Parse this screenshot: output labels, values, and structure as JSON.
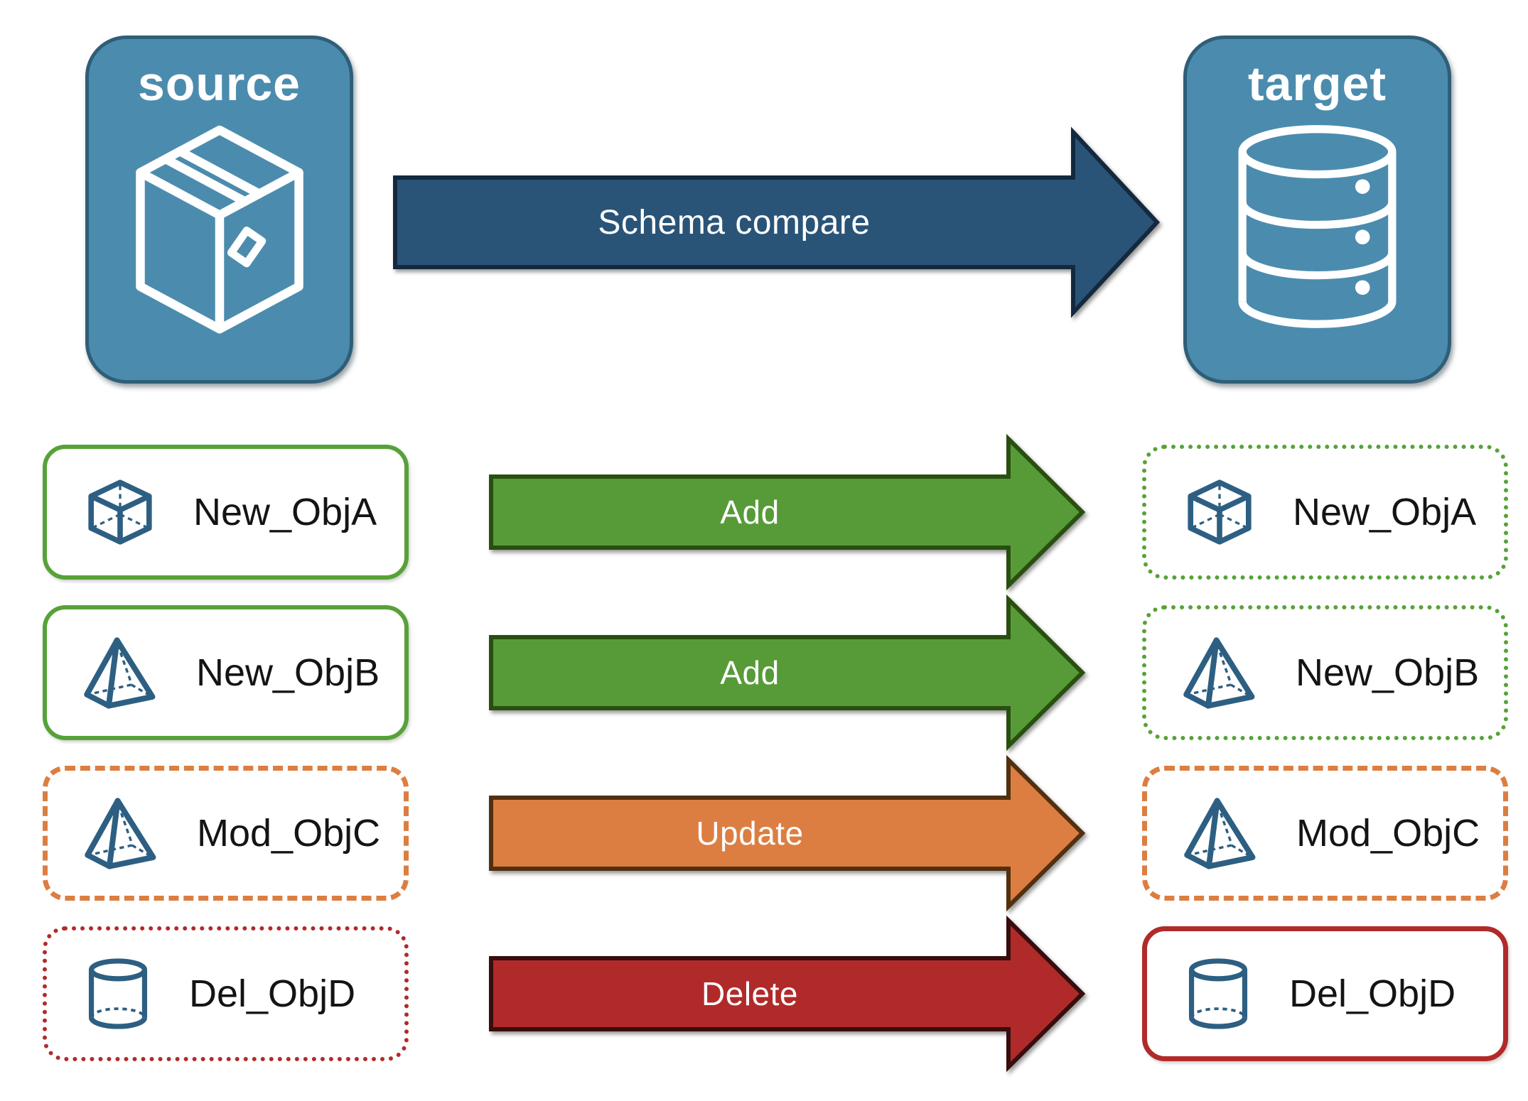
{
  "nodes": {
    "source": {
      "label": "source",
      "icon": "package-box-icon"
    },
    "target": {
      "label": "target",
      "icon": "database-icon"
    }
  },
  "schema_arrow": {
    "label": "Schema compare",
    "direction": "left-to-right"
  },
  "rows": [
    {
      "object": "New_ObjA",
      "icon": "cube-icon",
      "action": "Add",
      "source_box_style": "green-solid",
      "target_box_style": "green-dotted"
    },
    {
      "object": "New_ObjB",
      "icon": "pyramid-icon",
      "action": "Add",
      "source_box_style": "green-solid",
      "target_box_style": "green-dotted"
    },
    {
      "object": "Mod_ObjC",
      "icon": "pyramid-icon",
      "action": "Update",
      "source_box_style": "orange-dashed",
      "target_box_style": "orange-dashed"
    },
    {
      "object": "Del_ObjD",
      "icon": "cylinder-icon",
      "action": "Delete",
      "source_box_style": "red-dotted",
      "target_box_style": "red-solid"
    }
  ],
  "colors": {
    "canvas-bg": "#FFFFFF",
    "node-fill": "#4B8CAE",
    "node-border": "#2F5E78",
    "node-text": "#FFFFFF",
    "icon-blue": "#2D5F82",
    "label-text": "#141414",
    "arrow-text": "#FFFFFF",
    "navy-arrow": "#2A5477",
    "navy-arrow-outline": "#14293E",
    "green-arrow": "#579B38",
    "green-arrow-outline": "#294F10",
    "orange-arrow": "#DC7E41",
    "orange-arrow-outline": "#52300F",
    "red-arrow": "#B12A2A",
    "red-arrow-outline": "#380D0D",
    "green-border": "#57A238",
    "orange-border": "#DC7E41",
    "red-border": "#B12A2A"
  }
}
